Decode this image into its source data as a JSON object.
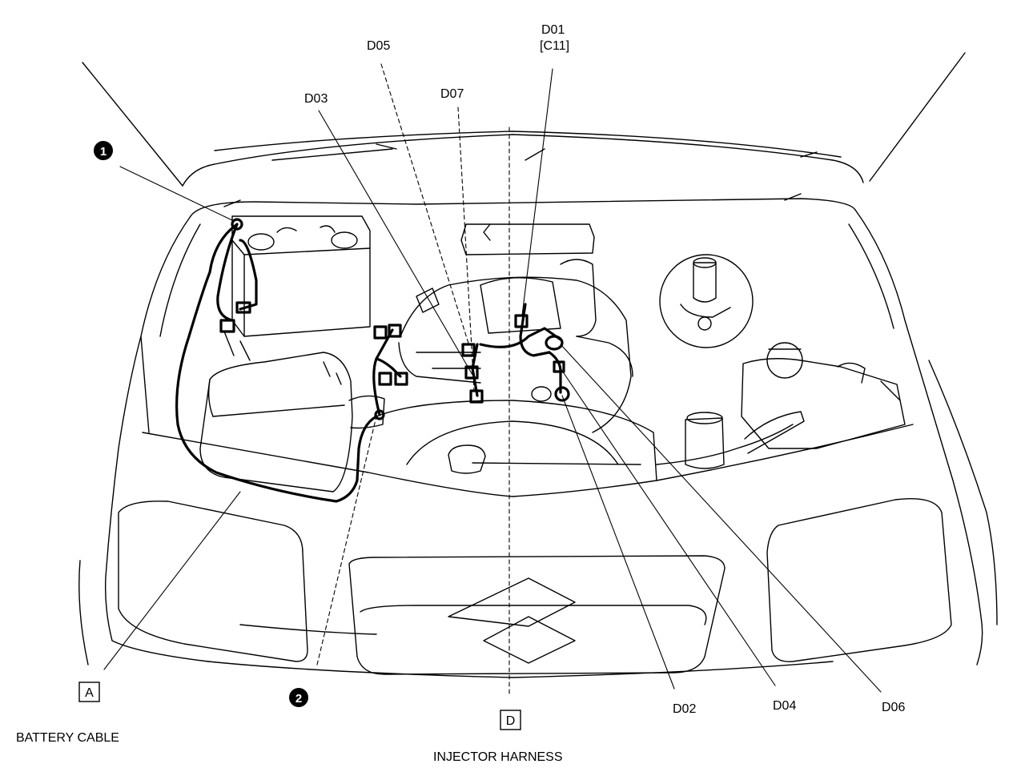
{
  "labels": {
    "d01": "D01",
    "d01_sub": "[C11]",
    "d02": "D02",
    "d03": "D03",
    "d04": "D04",
    "d05": "D05",
    "d06": "D06",
    "d07": "D07",
    "box_a": "A",
    "box_d": "D",
    "callout_1": "1",
    "callout_2": "2",
    "battery_cable": "BATTERY CABLE",
    "injector_harness": "INJECTOR HARNESS"
  },
  "colors": {
    "ink": "#000000",
    "paper": "#ffffff"
  }
}
